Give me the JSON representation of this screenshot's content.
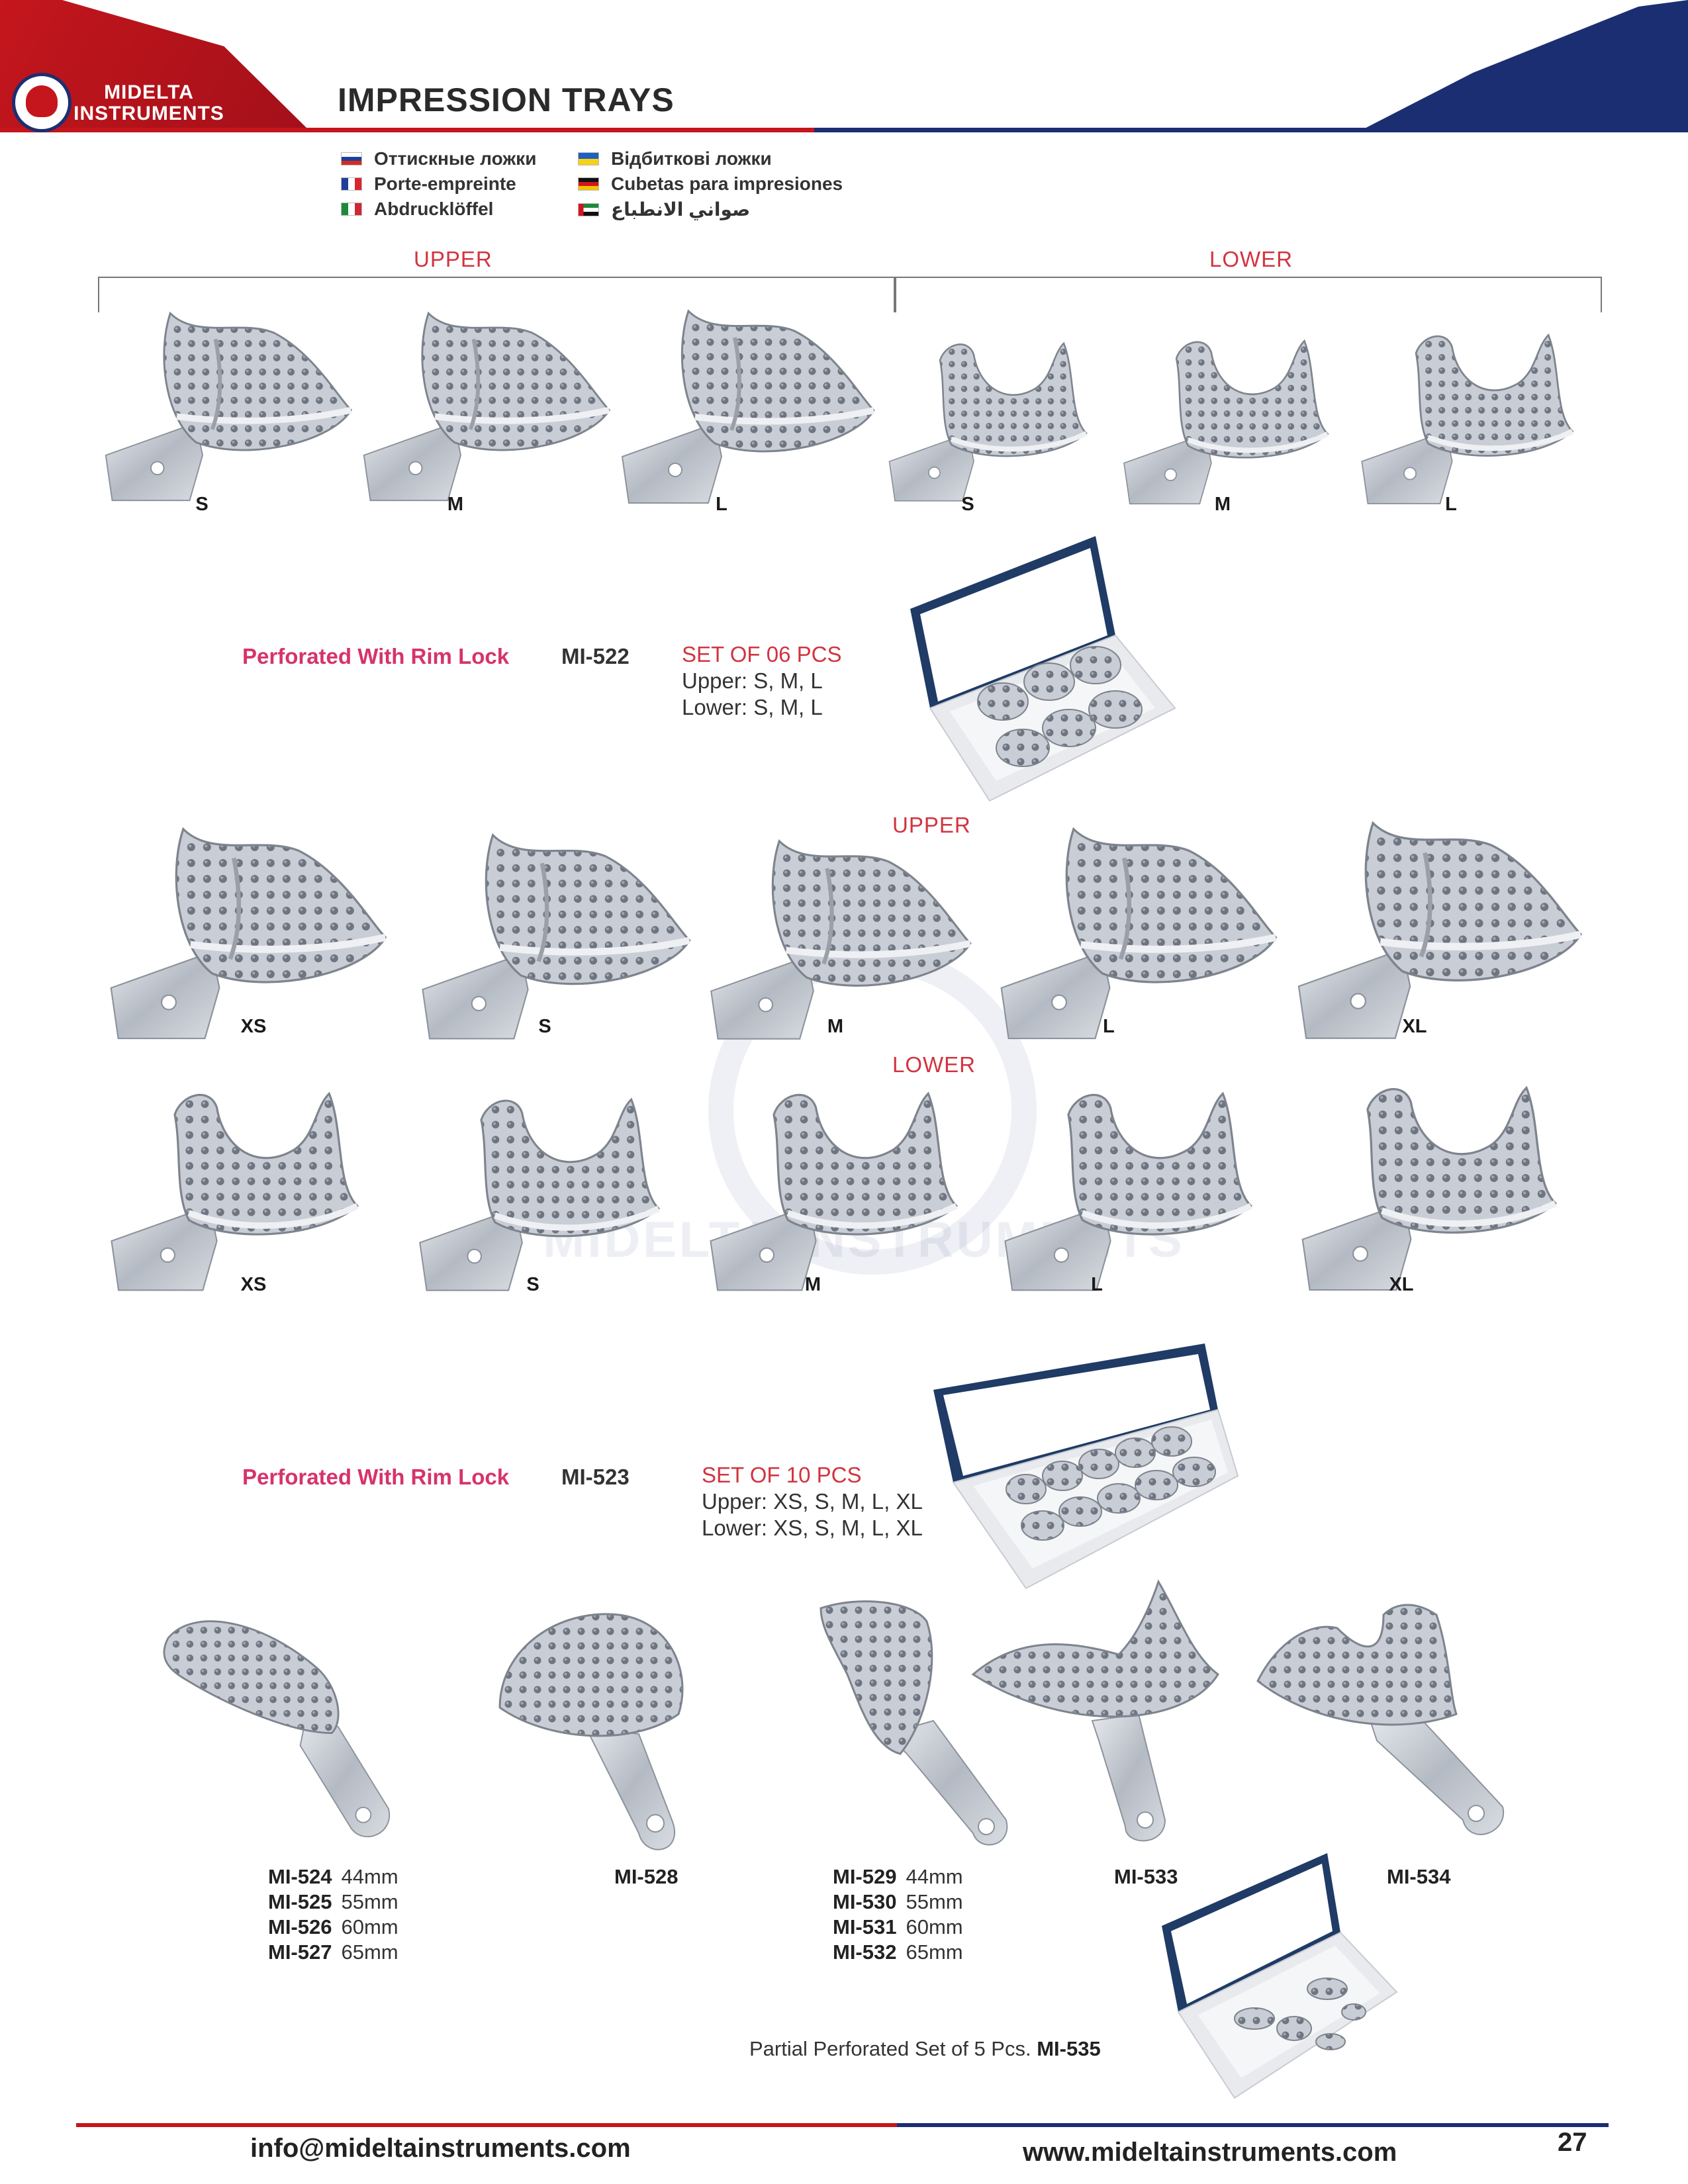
{
  "brand": {
    "name_line1": "MIDELTA",
    "name_line2": "INSTRUMENTS",
    "primary_red": "#c4161c",
    "primary_blue": "#1c2e72",
    "accent_pink": "#d6336c"
  },
  "page_title": "IMPRESSION TRAYS",
  "languages": [
    {
      "flag": "ru",
      "text": "Оттискные ложки"
    },
    {
      "flag": "fr",
      "text": "Porte-empreinte"
    },
    {
      "flag": "it",
      "text": "Abdrucklöffel"
    },
    {
      "flag": "ua",
      "text": "Відбиткові ложки"
    },
    {
      "flag": "de",
      "text": "Cubetas para impresiones"
    },
    {
      "flag": "ae",
      "text": "صواني الانطباع"
    }
  ],
  "section1": {
    "upper_label": "UPPER",
    "lower_label": "LOWER",
    "upper_sizes": [
      "S",
      "M",
      "L"
    ],
    "lower_sizes": [
      "S",
      "M",
      "L"
    ],
    "product_name": "Perforated With Rim Lock",
    "code": "MI-522",
    "set_title": "SET OF 06 PCS",
    "set_upper": "Upper: S, M, L",
    "set_lower": "Lower: S, M, L"
  },
  "section2": {
    "upper_label": "UPPER",
    "lower_label": "LOWER",
    "upper_sizes": [
      "XS",
      "S",
      "M",
      "L",
      "XL"
    ],
    "lower_sizes": [
      "XS",
      "S",
      "M",
      "L",
      "XL"
    ],
    "product_name": "Perforated With Rim Lock",
    "code": "MI-523",
    "set_title": "SET OF 10 PCS",
    "set_upper": "Upper: XS, S, M, L, XL",
    "set_lower": "Lower: XS, S, M, L, XL"
  },
  "watermark": "MIDELTA INSTRUMENTS",
  "section3": {
    "group_a": [
      {
        "code": "MI-524",
        "size": "44mm"
      },
      {
        "code": "MI-525",
        "size": "55mm"
      },
      {
        "code": "MI-526",
        "size": "60mm"
      },
      {
        "code": "MI-527",
        "size": "65mm"
      }
    ],
    "code_528": "MI-528",
    "group_b": [
      {
        "code": "MI-529",
        "size": "44mm"
      },
      {
        "code": "MI-530",
        "size": "55mm"
      },
      {
        "code": "MI-531",
        "size": "60mm"
      },
      {
        "code": "MI-532",
        "size": "65mm"
      }
    ],
    "code_533": "MI-533",
    "code_534": "MI-534",
    "partial_text": "Partial Perforated Set of 5 Pcs.",
    "partial_code": "MI-535"
  },
  "footer": {
    "email": "info@mideltainstruments.com",
    "website": "www.mideltainstruments.com",
    "page_number": "27"
  }
}
